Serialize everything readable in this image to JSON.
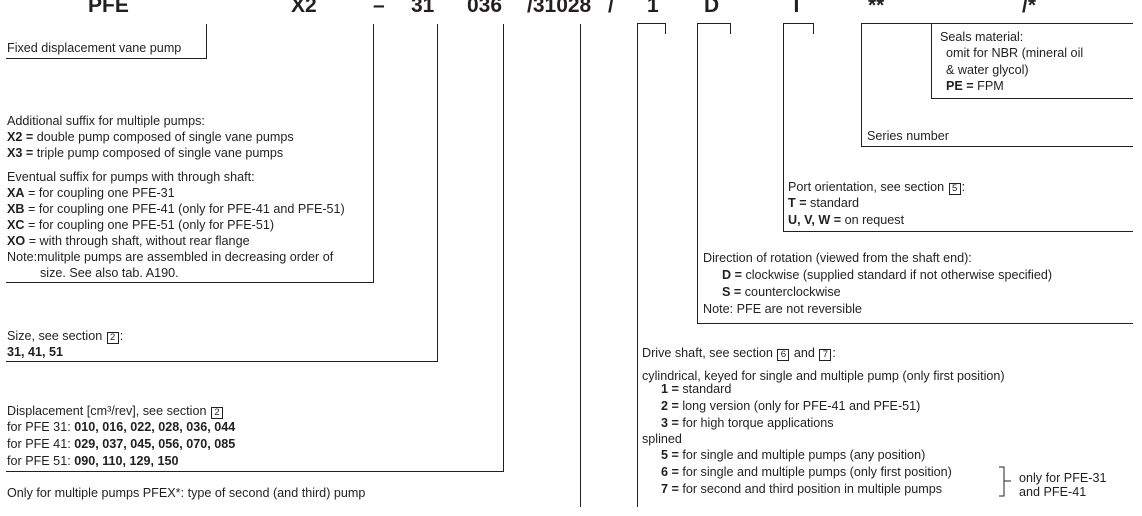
{
  "code_row": {
    "pfe": "PFE",
    "x2": "X2",
    "dash": "–",
    "n31": "31",
    "n036": "036",
    "n31028": "/31028",
    "slash": "/",
    "n1": "1",
    "d": "D",
    "t": "T",
    "stars": "**",
    "slash_star": "/*"
  },
  "fixed": {
    "text": "Fixed displacement vane pump"
  },
  "suffix": {
    "title": "Additional suffix for multiple pumps:",
    "x2_code": "X2 =",
    "x2_text": " double pump composed of single vane pumps",
    "x3_code": "X3 =",
    "x3_text": " triple pump composed of single vane pumps"
  },
  "through": {
    "title": "Eventual suffix for pumps with through shaft:",
    "xa_code": "XA",
    "xa_text": " = for coupling one PFE-31",
    "xb_code": "XB",
    "xb_text": " = for coupling one PFE-41 (only for PFE-41 and PFE-51)",
    "xc_code": "XC",
    "xc_text": " = for coupling one PFE-51 (only for PFE-51)",
    "xo_code": "XO",
    "xo_text": " = with through shaft, without rear flange",
    "note1": "Note:mulitple pumps are assembled in decreasing order of",
    "note2": "size. See also tab. A190."
  },
  "size": {
    "title": "Size, see section ",
    "ref": "2",
    "colon": ":",
    "values": "31, 41, 51"
  },
  "displacement": {
    "title": "Displacement [cm³/rev], see section ",
    "ref": "2",
    "pfe31_label": "for PFE 31: ",
    "pfe31_values": "010, 016, 022, 028, 036, 044",
    "pfe41_label": "for PFE 41: ",
    "pfe41_values": "029, 037, 045, 056, 070, 085",
    "pfe51_label": "for PFE 51: ",
    "pfe51_values": "090, 110, 129, 150"
  },
  "second_pump": {
    "text": "Only for multiple pumps PFEX*: type of second (and third) pump"
  },
  "seals": {
    "title": "Seals material:",
    "line1": "omit for NBR (mineral oil",
    "line2": "& water glycol)",
    "pe_code": "PE =",
    "pe_text": " FPM"
  },
  "series": {
    "text": "Series number"
  },
  "port": {
    "title": "Port orientation, see section ",
    "ref": "5",
    "colon": ":",
    "t_code": "T =",
    "t_text": " standard",
    "uvw_code": "U, V, W =",
    "uvw_text": " on request"
  },
  "rotation": {
    "title": "Direction of rotation (viewed from the shaft end):",
    "d_code": "D =",
    "d_text": " clockwise (supplied standard if not otherwise specified)",
    "s_code": "S =",
    "s_text": " counterclockwise",
    "note": "Note: PFE are not reversible"
  },
  "shaft": {
    "title": "Drive shaft, see section ",
    "ref1": "6",
    "and": " and ",
    "ref2": "7",
    "colon": ":",
    "cyl": "cylindrical, keyed for single and multiple pump (only first position)",
    "c1_code": "1 =",
    "c1_text": " standard",
    "c2_code": "2 =",
    "c2_text": " long version (only for PFE-41 and PFE-51)",
    "c3_code": "3 =",
    "c3_text": " for high torque applications",
    "splined": "splined",
    "s5_code": "5 =",
    "s5_text": " for single and multiple pumps (any position)",
    "s6_code": "6 =",
    "s6_text": " for single and multiple pumps (only first position)",
    "s7_code": "7 =",
    "s7_text": " for second and third position in multiple pumps",
    "only1": "only for PFE-31",
    "only2": "and PFE-41"
  }
}
